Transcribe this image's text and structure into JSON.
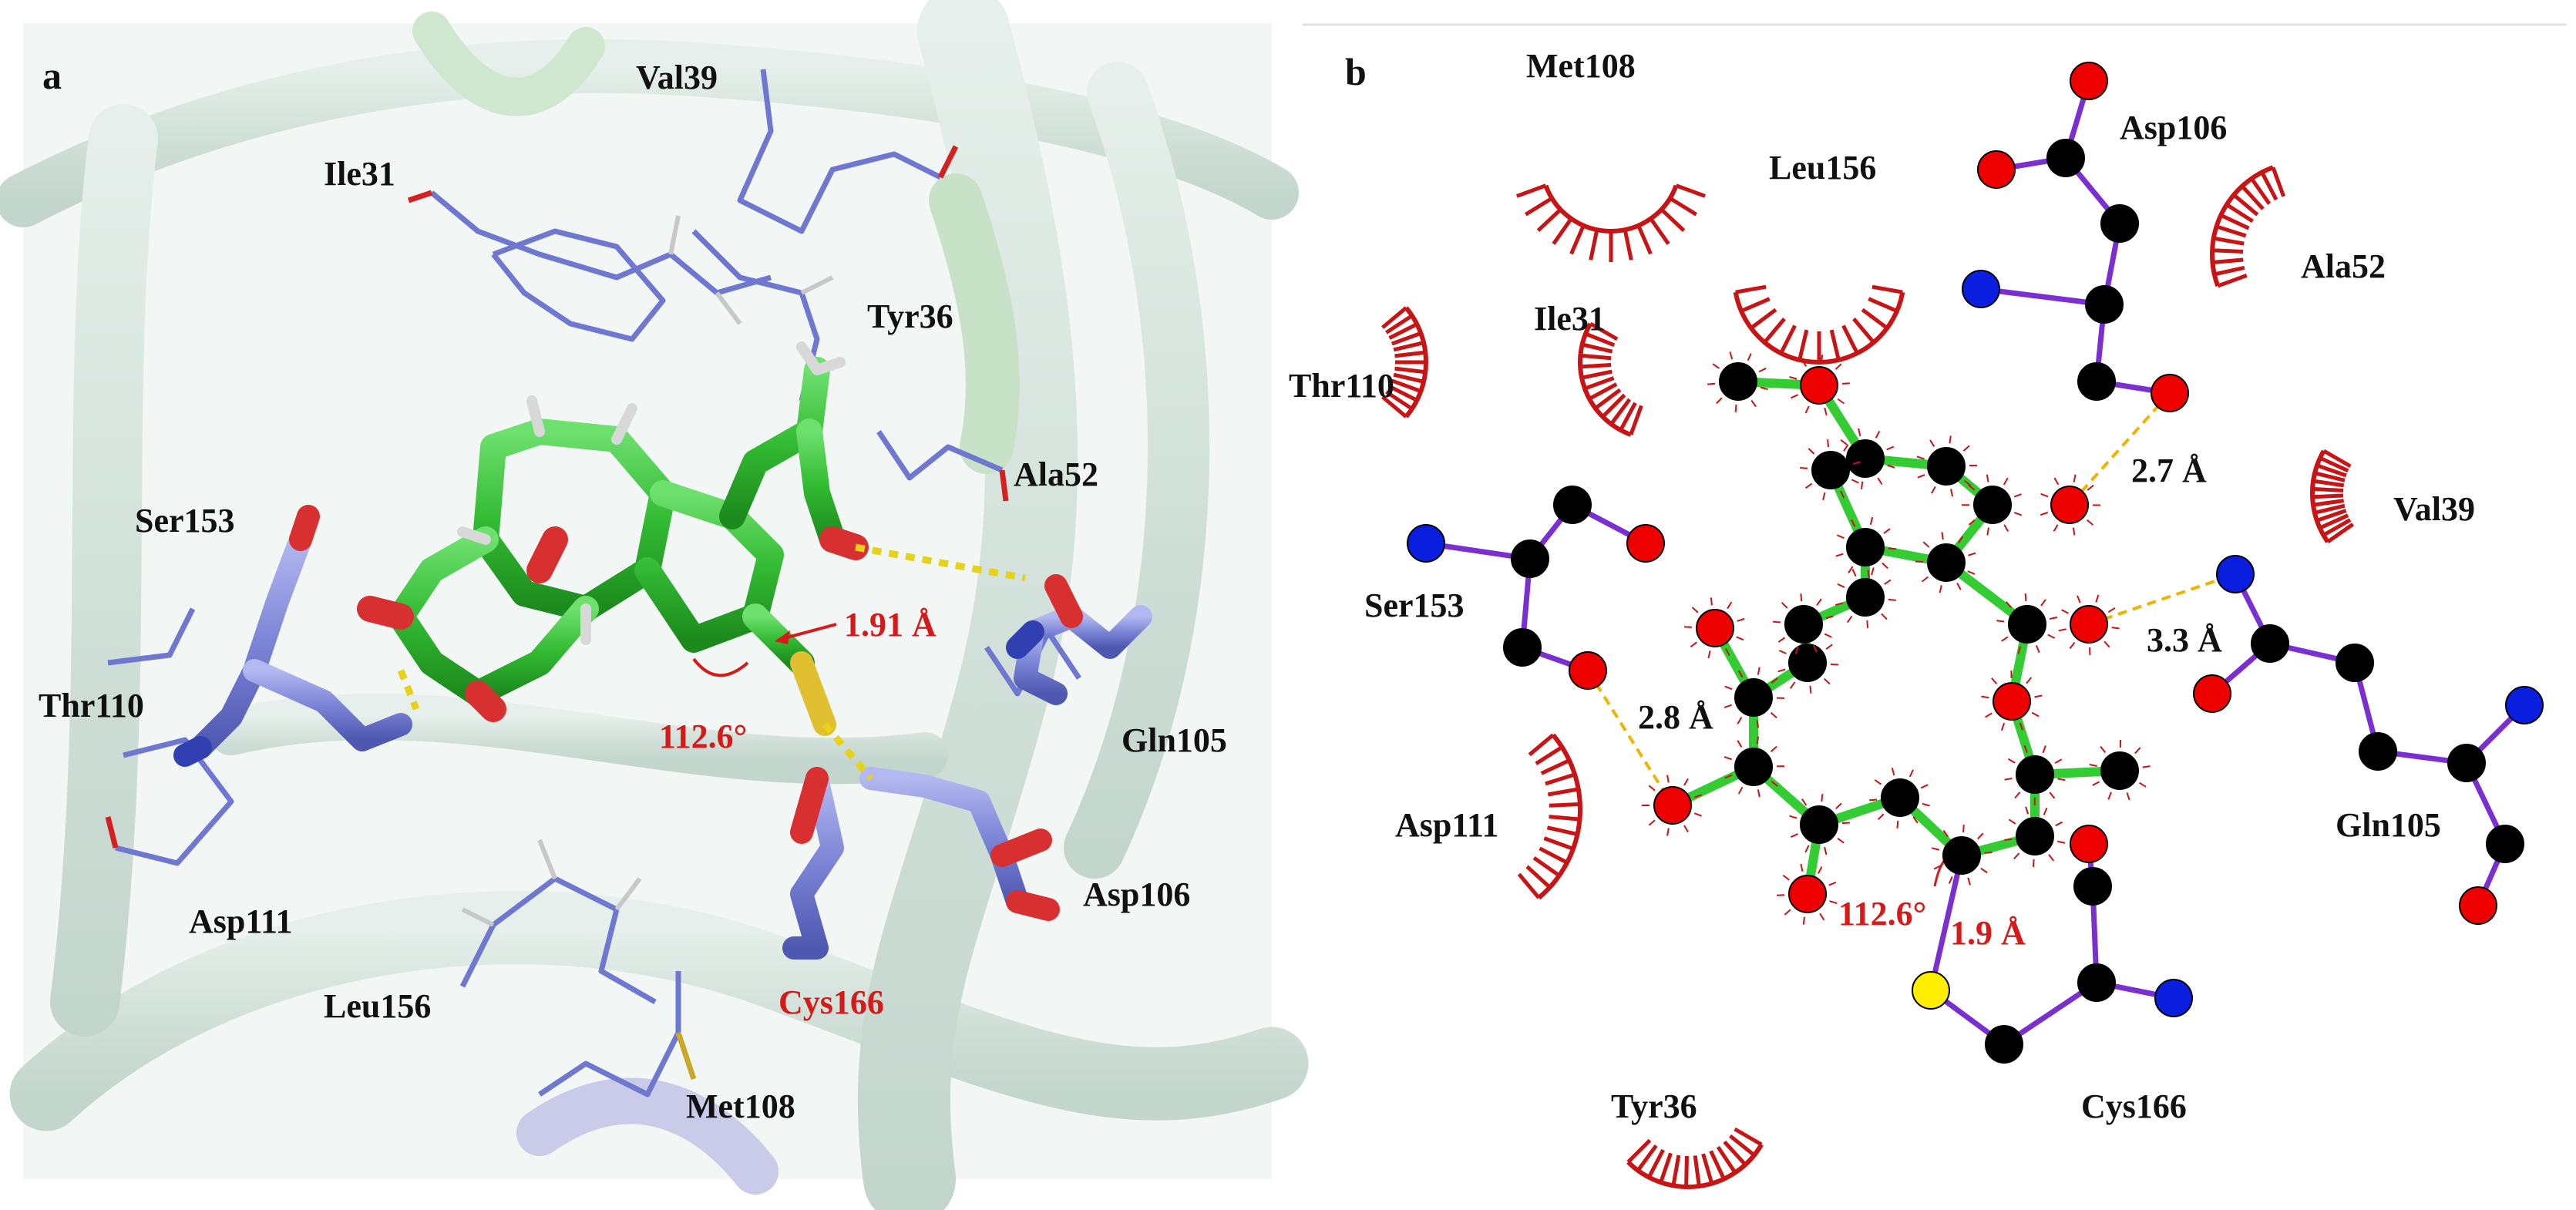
{
  "colors": {
    "background": "#ffffff",
    "ribbon": "#d4e3dd",
    "ribbon_edge": "#bcd0c8",
    "ligand_bond": "#33cc33",
    "residue_bond": "#7b2fd0",
    "carbon": "#000000",
    "oxygen": "#ee0000",
    "nitrogen": "#0a1ee0",
    "sulfur": "#ffee00",
    "hbond": "#f0b400",
    "hydrophobic": "#c81414",
    "label_red": "#d61a1a",
    "label_black": "#111111",
    "residue_stick": "#7f87d8",
    "ligand_stick": "#3cb93c"
  },
  "panel_a": {
    "letter": "a",
    "residues": [
      {
        "label": "Val39",
        "color": "black"
      },
      {
        "label": "Ile31",
        "color": "black"
      },
      {
        "label": "Tyr36",
        "color": "black"
      },
      {
        "label": "Ala52",
        "color": "black"
      },
      {
        "label": "Ser153",
        "color": "black"
      },
      {
        "label": "Thr110",
        "color": "black"
      },
      {
        "label": "Gln105",
        "color": "black"
      },
      {
        "label": "Asp106",
        "color": "black"
      },
      {
        "label": "Asp111",
        "color": "black"
      },
      {
        "label": "Leu156",
        "color": "black"
      },
      {
        "label": "Met108",
        "color": "black"
      },
      {
        "label": "Cys166",
        "color": "red"
      }
    ],
    "distance_label": "1.91 Å",
    "angle_label": "112.6°"
  },
  "panel_b": {
    "letter": "b",
    "hydrophobic_labels": [
      "Met108",
      "Leu156",
      "Ala52",
      "Ile31",
      "Thr110",
      "Val39",
      "Asp111",
      "Tyr36"
    ],
    "residue_labels": [
      "Asp106",
      "Ser153",
      "Gln105",
      "Cys166"
    ],
    "hbond_labels": [
      "2.7 Å",
      "3.3 Å",
      "2.8 Å"
    ],
    "covalent_distance_label": "1.9 Å",
    "angle_label": "112.6°"
  }
}
